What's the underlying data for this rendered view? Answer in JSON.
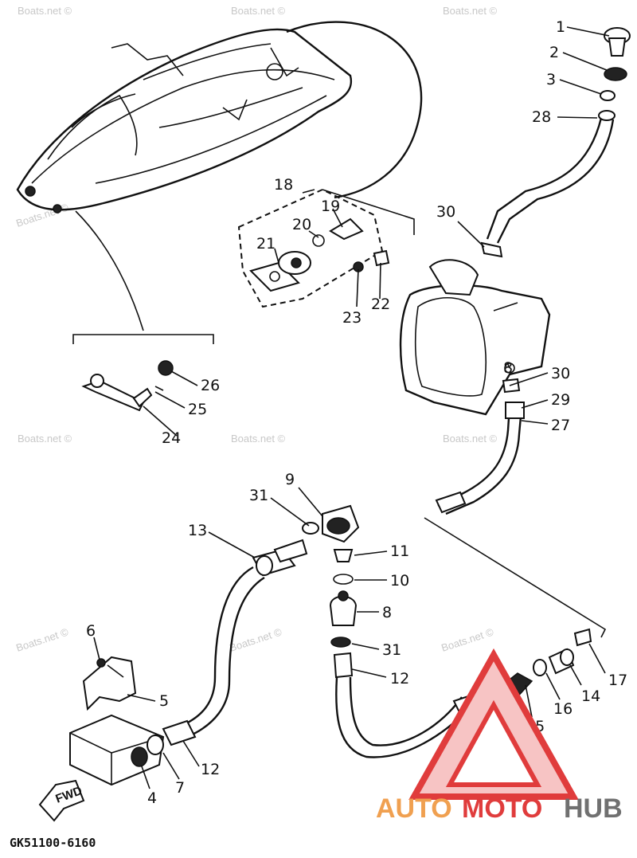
{
  "diagram": {
    "code": "GK51100-6160",
    "forward_label": "FWD",
    "callouts": [
      {
        "id": "c1",
        "label": "1"
      },
      {
        "id": "c2",
        "label": "2"
      },
      {
        "id": "c3",
        "label": "3"
      },
      {
        "id": "c28",
        "label": "28"
      },
      {
        "id": "c18",
        "label": "18"
      },
      {
        "id": "c19",
        "label": "19"
      },
      {
        "id": "c20",
        "label": "20"
      },
      {
        "id": "c21",
        "label": "21"
      },
      {
        "id": "c23",
        "label": "23"
      },
      {
        "id": "c22",
        "label": "22"
      },
      {
        "id": "c30a",
        "label": "30"
      },
      {
        "id": "c8a",
        "label": "8"
      },
      {
        "id": "c30b",
        "label": "30"
      },
      {
        "id": "c29",
        "label": "29"
      },
      {
        "id": "c27",
        "label": "27"
      },
      {
        "id": "c26",
        "label": "26"
      },
      {
        "id": "c25",
        "label": "25"
      },
      {
        "id": "c24",
        "label": "24"
      },
      {
        "id": "c9",
        "label": "9"
      },
      {
        "id": "c31a",
        "label": "31"
      },
      {
        "id": "c13",
        "label": "13"
      },
      {
        "id": "c11",
        "label": "11"
      },
      {
        "id": "c10",
        "label": "10"
      },
      {
        "id": "c8b",
        "label": "8"
      },
      {
        "id": "c31b",
        "label": "31"
      },
      {
        "id": "c12a",
        "label": "12"
      },
      {
        "id": "c6",
        "label": "6"
      },
      {
        "id": "c5",
        "label": "5"
      },
      {
        "id": "c4",
        "label": "4"
      },
      {
        "id": "c7",
        "label": "7"
      },
      {
        "id": "c12b",
        "label": "12"
      },
      {
        "id": "c17a",
        "label": "17"
      },
      {
        "id": "c15",
        "label": "15"
      },
      {
        "id": "c16",
        "label": "16"
      },
      {
        "id": "c14",
        "label": "14"
      },
      {
        "id": "c17b",
        "label": "17"
      }
    ]
  },
  "watermark": "Boats.net ©",
  "brand": {
    "part1": "AUTO",
    "part2": "MOTO",
    "part3": "HUB"
  },
  "colors": {
    "ink": "#111111",
    "brand_orange": "#f0a050",
    "brand_red": "#e03c3c",
    "brand_gray": "#707070",
    "watermark": "#c8c8c8"
  }
}
